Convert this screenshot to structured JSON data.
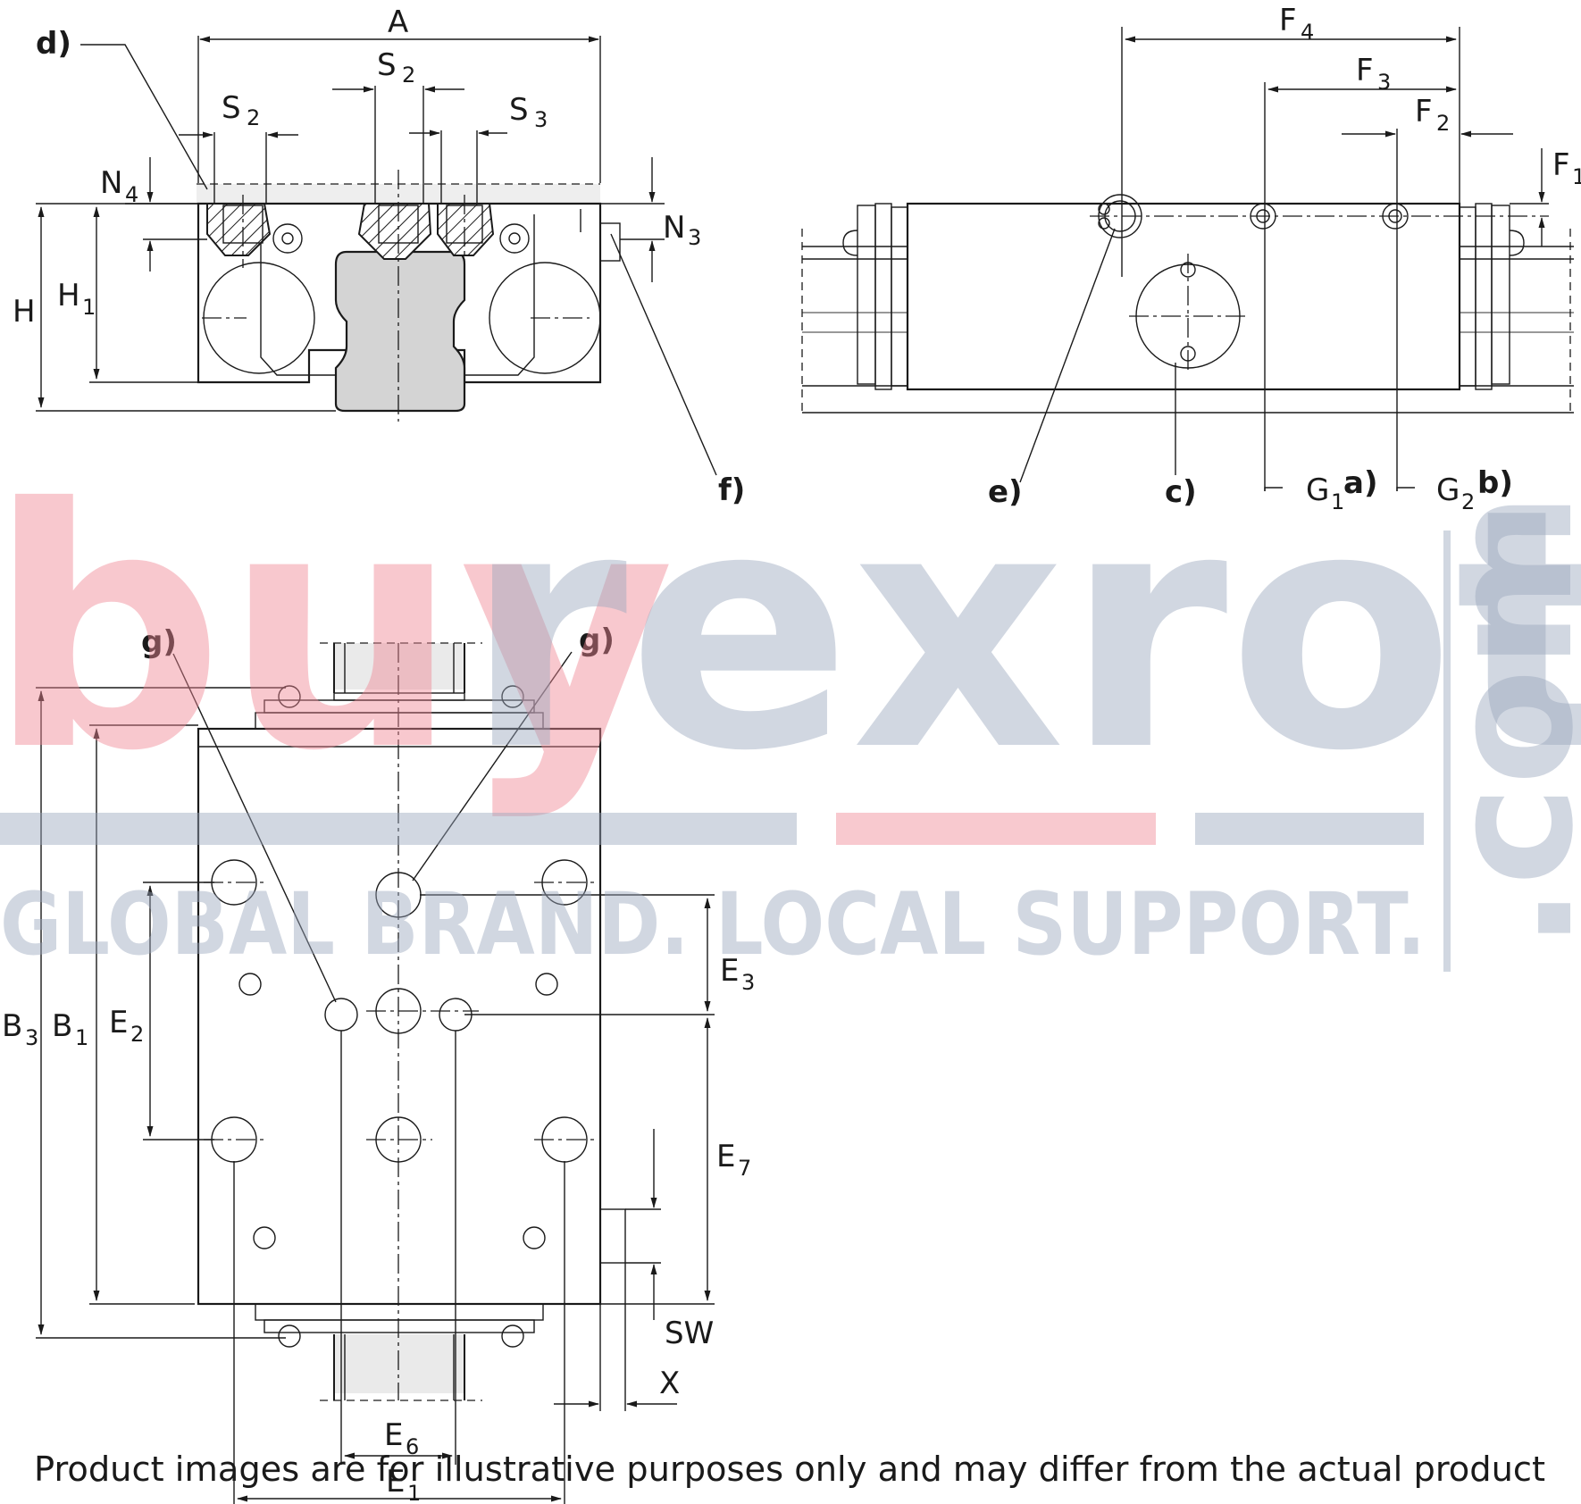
{
  "labels": {
    "A": "A",
    "S": "S",
    "S2_sub": "2",
    "S3_sub": "3",
    "N": "N",
    "N3_sub": "3",
    "N4_sub": "4",
    "H": "H",
    "H1_sub": "1",
    "F": "F",
    "F1_sub": "1",
    "F2_sub": "2",
    "F3_sub": "3",
    "F4_sub": "4",
    "G": "G",
    "G1_sub": "1",
    "G2_sub": "2",
    "B": "B",
    "B1_sub": "1",
    "B3_sub": "3",
    "E": "E",
    "E1_sub": "1",
    "E2_sub": "2",
    "E3_sub": "3",
    "E6_sub": "6",
    "E7_sub": "7",
    "SW": "SW",
    "X": "X"
  },
  "notes": {
    "a": "a)",
    "b": "b)",
    "c": "c)",
    "d": "d)",
    "e": "e)",
    "f": "f)",
    "g": "g)"
  },
  "watermark": {
    "buy": "buy",
    "rexroth": "rexroth",
    "tagline": "GLOBAL BRAND. LOCAL SUPPORT.",
    "com": ".com",
    "colors": {
      "pink": "#f08795",
      "blue_gray": "#9aa7bd"
    }
  },
  "disclaimer": "Product images are for illustrative purposes only and may differ from the actual product"
}
